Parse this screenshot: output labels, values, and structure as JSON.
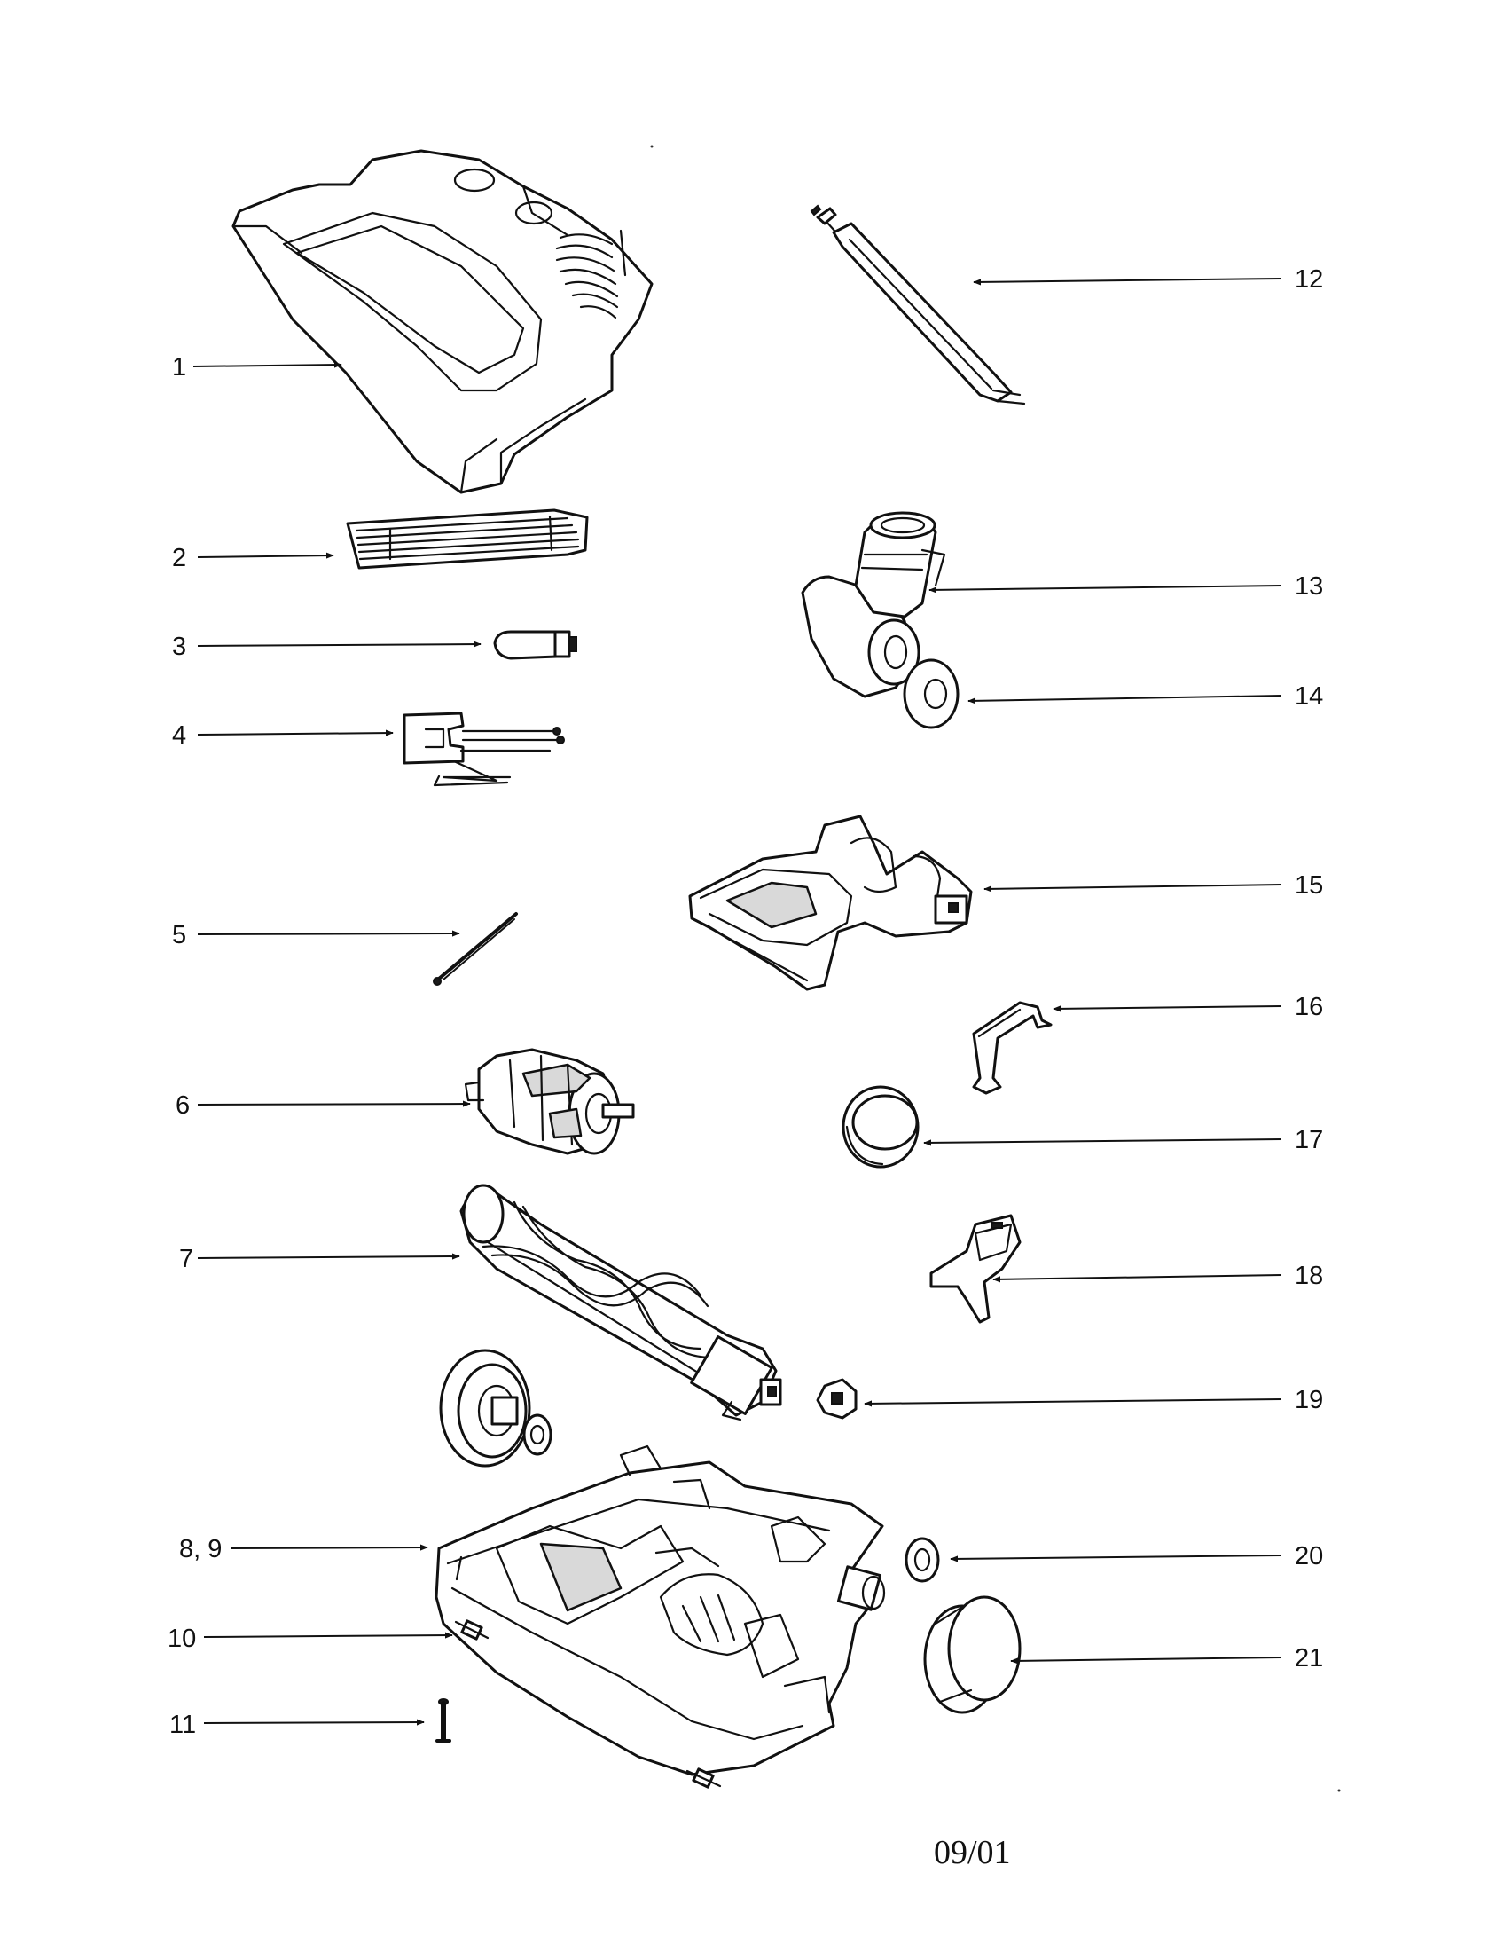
{
  "callouts": [
    {
      "id": "1",
      "text": "1"
    },
    {
      "id": "2",
      "text": "2"
    },
    {
      "id": "3",
      "text": "3"
    },
    {
      "id": "4",
      "text": "4"
    },
    {
      "id": "5",
      "text": "5"
    },
    {
      "id": "6",
      "text": "6"
    },
    {
      "id": "7",
      "text": "7"
    },
    {
      "id": "8-9",
      "text": "8, 9"
    },
    {
      "id": "10",
      "text": "10"
    },
    {
      "id": "11",
      "text": "11"
    },
    {
      "id": "12",
      "text": "12"
    },
    {
      "id": "13",
      "text": "13"
    },
    {
      "id": "14",
      "text": "14"
    },
    {
      "id": "15",
      "text": "15"
    },
    {
      "id": "16",
      "text": "16"
    },
    {
      "id": "17",
      "text": "17"
    },
    {
      "id": "18",
      "text": "18"
    },
    {
      "id": "19",
      "text": "19"
    },
    {
      "id": "20",
      "text": "20"
    },
    {
      "id": "21",
      "text": "21"
    }
  ],
  "footer": {
    "date": "09/01"
  },
  "colors": {
    "ink": "#111111",
    "background": "#ffffff"
  }
}
